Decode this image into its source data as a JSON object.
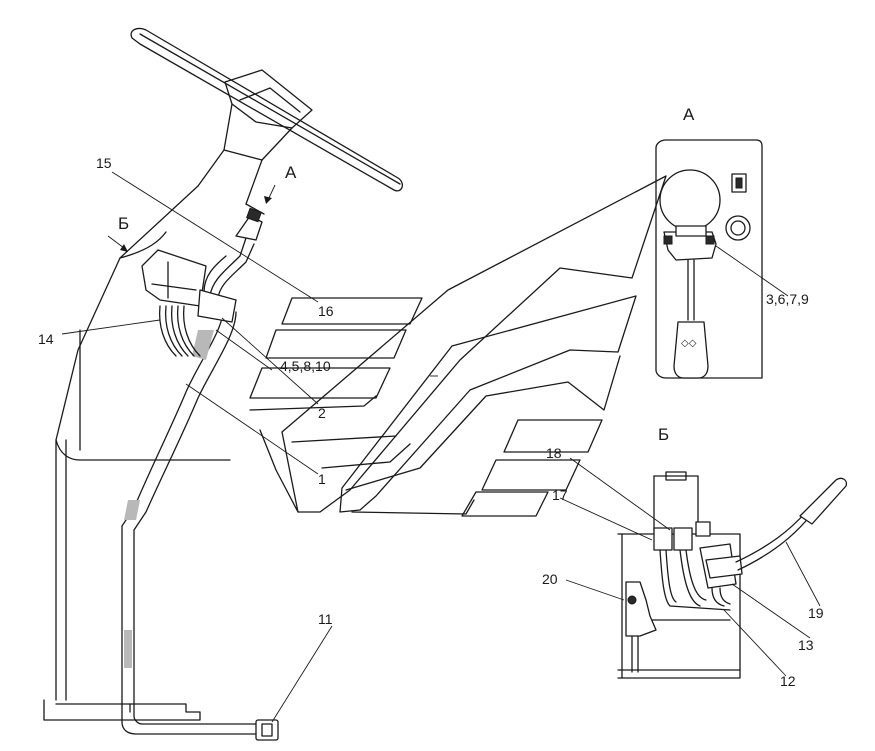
{
  "views": {
    "a": "А",
    "b": "Б"
  },
  "callouts": {
    "c1": "1",
    "c2": "2",
    "c3": "3,6,7,9",
    "c4": "4,5,8,10",
    "c11": "11",
    "c12": "12",
    "c13": "13",
    "c14": "14",
    "c15": "15",
    "c16": "16",
    "c17": "17",
    "c18": "18",
    "c19": "19",
    "c20": "20"
  },
  "switch_symbol": "◇◇"
}
